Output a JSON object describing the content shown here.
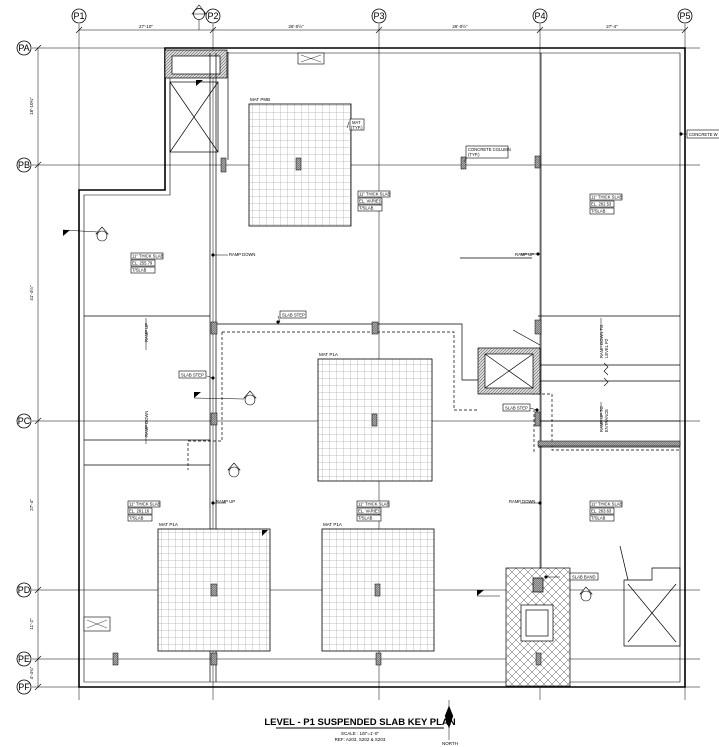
{
  "title": "LEVEL - P1 SUSPENDED SLAB KEY PLAN",
  "scale": "SCALE : 1/8\"=1'-0\"",
  "ref": "REF: A203, S202 & S203",
  "north_label": "NORTH",
  "grid_columns": [
    "P1",
    "P2",
    "P3",
    "P4",
    "P5"
  ],
  "grid_rows": [
    "PA",
    "PB",
    "PC",
    "PD",
    "PE",
    "PF"
  ],
  "dims_top": [
    "27'-10\"",
    "26'-0½\"",
    "26'-0½\"",
    "27'-4\""
  ],
  "dims_left": [
    "18'-10¾\"",
    "41'-4½\"",
    "27'-4\"",
    "11'-2\"",
    "4'-4¾\""
  ],
  "mats": {
    "pmb": "MAT PMB",
    "p1a_center": "MAT P1A",
    "p1a_left": "MAT P1A",
    "p1a_mid": "MAT P1A"
  },
  "slab_tags": {
    "top_center": [
      "11\" THICK SLAB",
      "EL. VARIES",
      "T/SLAB"
    ],
    "top_right": [
      "11\" THICK SLAB",
      "EL. 262.53",
      "T/SLAB"
    ],
    "left_mid": [
      "11\" THICK SLAB",
      "EL. 255.79",
      "T/SLAB"
    ],
    "bottom_left": [
      "11\" THICK SLAB",
      "EL. 261.16",
      "T/SLAB"
    ],
    "bottom_mid": [
      "11\" THICK SLAB",
      "EL. VARIES",
      "T/SLAB"
    ],
    "bottom_right": [
      "11\" THICK SLAB",
      "EL. 263.63",
      "T/SLAB"
    ]
  },
  "notes": {
    "mat": "MAT",
    "typ": "(TYP.)",
    "concrete_column": "CONCRETE COLUMN",
    "concrete_column_typ": "(TYP.)",
    "concrete_wall": "CONCRETE W",
    "ramp_down_1": "RAMP DOWN",
    "ramp_up_1": "RAMP UP",
    "ramp_up_2": "RAMP UP",
    "ramp_up_3": "RAMP UP",
    "ramp_down_2": "RAMP DOWN",
    "ramp_down_v": "RAMP DOWN",
    "ramp_up_v": "RAMP UP",
    "slab_step_1": "SLAB STEP",
    "slab_step_2": "SLAB STEP",
    "slab_step_3": "SLAB STEP",
    "slab_band": "SLAB BAND",
    "ramp_down_to": "RAMP DOWN TO",
    "level_p2": "LEVEL P2",
    "ramp_up_to": "RAMP UP TO",
    "entrance": "ENTRANCE"
  }
}
